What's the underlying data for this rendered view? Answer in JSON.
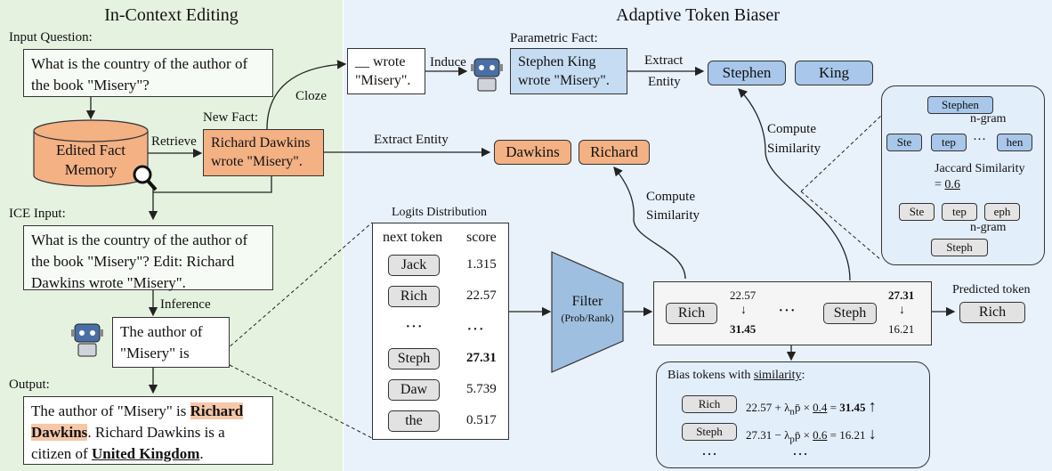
{
  "left": {
    "title": "In-Context Editing",
    "input_question_label": "Input Question:",
    "input_question": "What is the country of the author of the book \"Misery\"?",
    "memory_line1": "Edited Fact",
    "memory_line2": "Memory",
    "retrieve_label": "Retrieve",
    "new_fact_label": "New Fact:",
    "new_fact": "Richard Dawkins wrote \"Misery\".",
    "ice_input_label": "ICE Input:",
    "ice_input": "What is the country of the author of the book \"Misery\"? Edit: Richard Dawkins wrote \"Misery\".",
    "inference_label": "Inference",
    "inference_text": "The author of \"Misery\" is",
    "output_label": "Output:",
    "output_pre": "The author of \"Misery\" is ",
    "output_name1": "Richard",
    "output_name2": "Dawkins",
    "output_mid": ".   Richard Dawkins is a citizen of ",
    "output_country": "United Kingdom",
    "output_end": "."
  },
  "right": {
    "title": "Adaptive Token Biaser",
    "cloze_label": "Cloze",
    "cloze_text": "__ wrote \"Misery\".",
    "induce_label": "Induce",
    "parametric_label": "Parametric Fact:",
    "parametric_fact": "Stephen King wrote \"Misery\".",
    "extract_label1": "Extract",
    "extract_label2": "Entity",
    "param_entities": [
      "Stephen",
      "King"
    ],
    "extract_entity_label": "Extract Entity",
    "new_entities": [
      "Dawkins",
      "Richard"
    ],
    "compute_label1": "Compute",
    "compute_label2": "Similarity",
    "ngram": {
      "top_token": "Stephen",
      "ngram_label": "n-gram",
      "top_grams": [
        "Ste",
        "tep",
        "hen"
      ],
      "dots": "···",
      "jaccard_label": "Jaccard Similarity",
      "jaccard_value": "0.6",
      "bottom_grams": [
        "Ste",
        "tep",
        "eph"
      ],
      "bottom_token": "Steph"
    },
    "logits": {
      "title": "Logits Distribution",
      "col_token": "next token",
      "col_score": "score",
      "rows": [
        {
          "token": "Jack",
          "score": "1.315"
        },
        {
          "token": "Rich",
          "score": "22.57"
        },
        {
          "token": "···",
          "score": "···"
        },
        {
          "token": "Steph",
          "score": "27.31"
        },
        {
          "token": "Daw",
          "score": "5.739"
        },
        {
          "token": "the",
          "score": "0.517"
        }
      ]
    },
    "filter_label": "Filter",
    "filter_sub": "(Prob/Rank)",
    "rescored": {
      "tok1": "Rich",
      "tok1_old": "22.57",
      "tok1_new": "31.45",
      "dots": "···",
      "tok2": "Steph",
      "tok2_old": "27.31",
      "tok2_new": "16.21",
      "arrow": "↓"
    },
    "predicted_label": "Predicted token",
    "predicted_token": "Rich",
    "bias": {
      "title_pre": "Bias tokens with ",
      "title_u": "similarity",
      "title_post": ":",
      "row1_token": "Rich",
      "row1_expr": "22.57 + λ",
      "row1_sub": "n",
      "row1_mid": "p̄ × ",
      "row1_sim": "0.4",
      "row1_eq": " = ",
      "row1_res": "31.45",
      "row1_arrow": "↑",
      "row2_token": "Steph",
      "row2_expr": "27.31 − λ",
      "row2_sub": "p",
      "row2_mid": "p̄ × ",
      "row2_sim": "0.6",
      "row2_eq": " = 16.21",
      "row2_arrow": "↓",
      "dots": "···"
    }
  },
  "colors": {
    "left_bg": "#e6f2e0",
    "right_bg": "#e9f1fb",
    "blue_chip": "#a8c7ea",
    "orange_chip": "#f3b184",
    "filter": "#9fbfe0"
  }
}
